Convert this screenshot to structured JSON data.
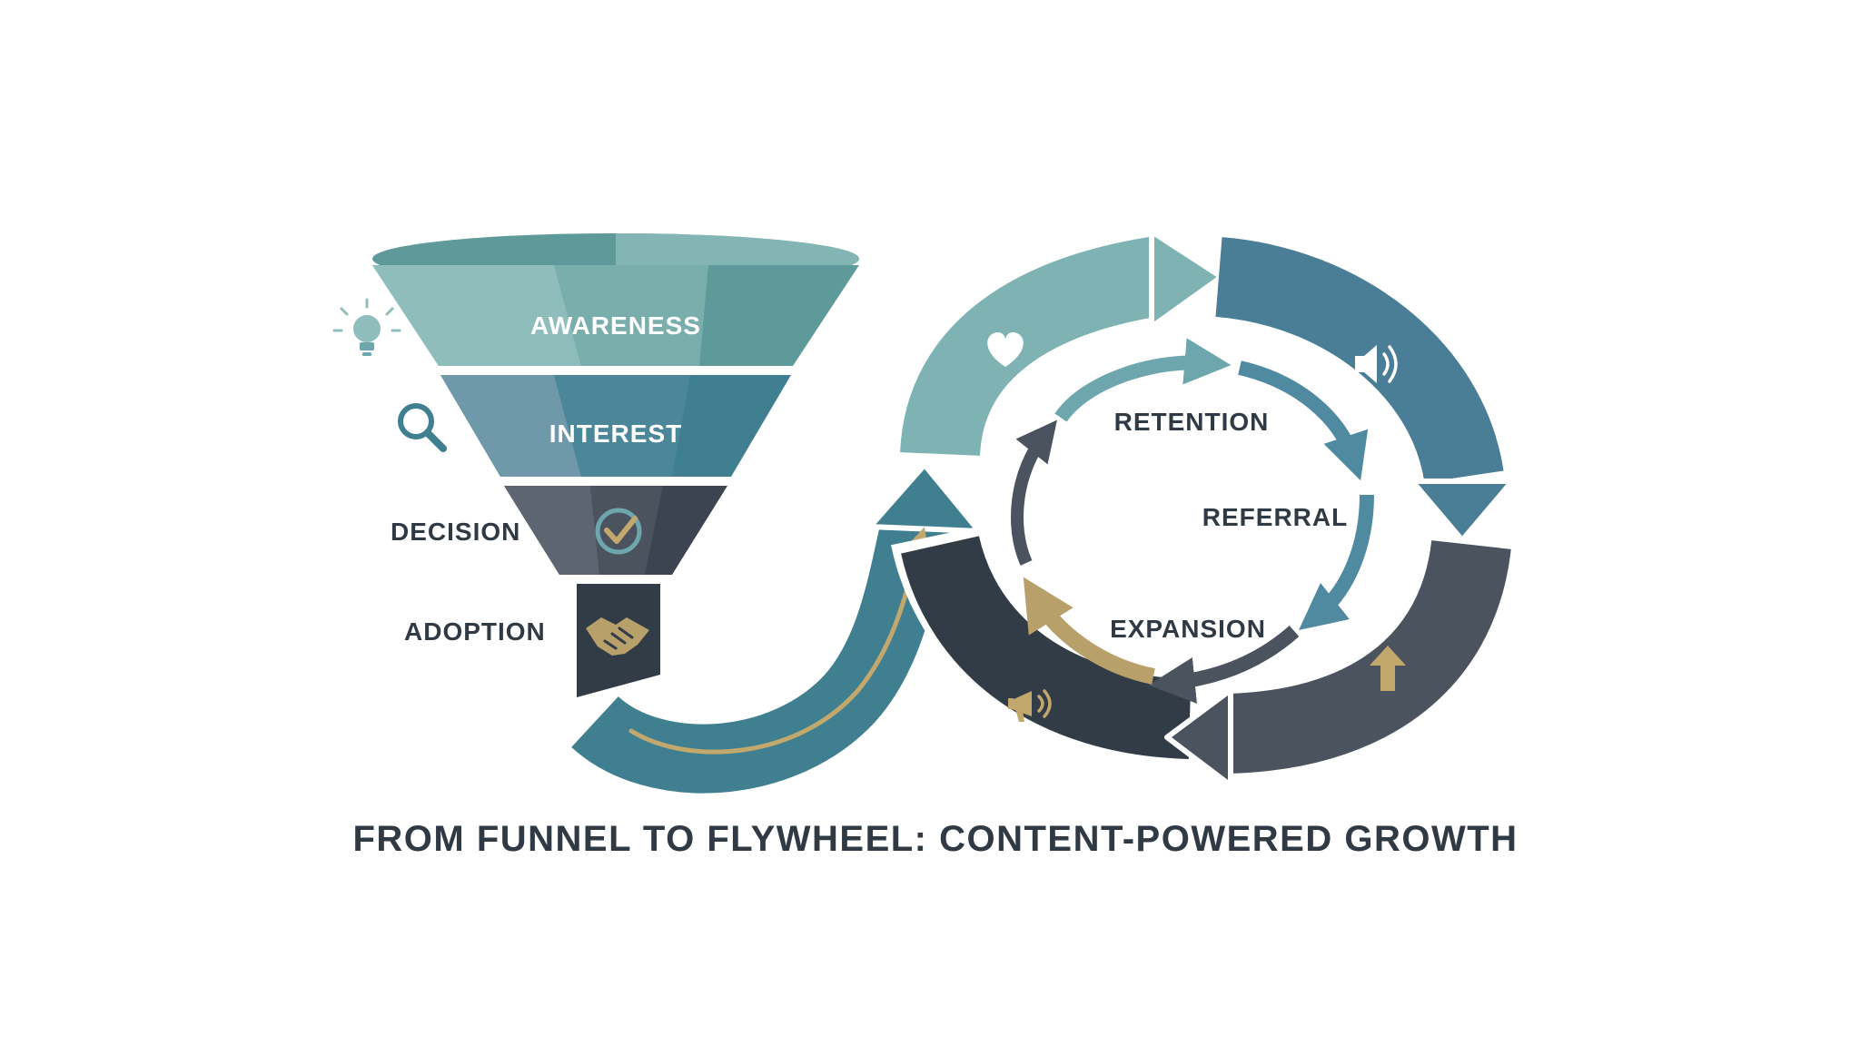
{
  "title": "FROM FUNNEL TO FLYWHEEL: CONTENT-POWERED GROWTH",
  "funnel": {
    "stages": [
      {
        "label": "AWARENESS",
        "icon": "lightbulb-icon"
      },
      {
        "label": "INTEREST",
        "icon": "magnifier-icon"
      },
      {
        "label": "DECISION",
        "icon": "check-circle-icon"
      },
      {
        "label": "ADOPTION",
        "icon": "handshake-icon"
      }
    ]
  },
  "flywheel": {
    "inner_labels": [
      "RETENTION",
      "REFERRAL",
      "EXPANSION"
    ],
    "outer_icons": [
      "heart-icon",
      "speaker-icon",
      "up-arrow-icon",
      "megaphone-icon"
    ]
  },
  "colors": {
    "teal_light": "#8fbdbc",
    "teal_mid": "#5f9a9a",
    "teal_blue": "#3f7f90",
    "steel_blue": "#4a7e96",
    "slate_dark": "#4b535f",
    "charcoal": "#323c46",
    "gold": "#b8a06a",
    "text_dark": "#2f3a44"
  }
}
